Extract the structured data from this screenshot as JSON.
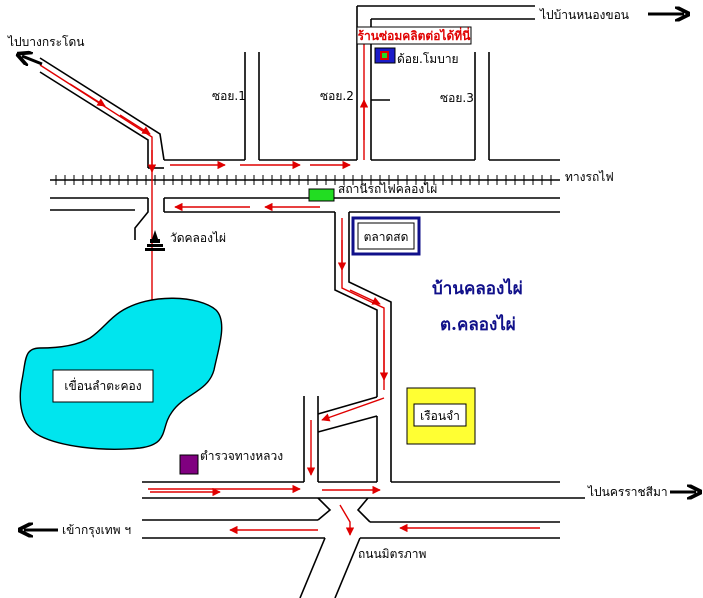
{
  "labels": {
    "top_right_destination": "ไปบ้านหนองขอน",
    "top_left_destination": "ไปบางกระโดน",
    "shop": "ร้านซ่อมคลิตต่อได้ที่นี่",
    "shop_owner": "ด้อย.โมบาย",
    "soi1": "ซอย.1",
    "soi2": "ซอย.2",
    "soi3": "ซอย.3",
    "railway": "ทางรถไฟ",
    "station": "สถานีรถไฟคลองไผ่",
    "temple": "วัดคลองไผ่",
    "market": "ตลาดสด",
    "village": "บ้านคลองไผ่",
    "subdistrict": "ต.คลองไผ่",
    "dam": "เขื่อนลำตะคอง",
    "highway_police": "ตำรวจทางหลวง",
    "boathouse": "เรือนจำ",
    "to_korat": "ไปนครราชสีมา",
    "to_bangkok": "เข้ากรุงเทพ ฯ",
    "road_name": "ถนนมิตรภาพ"
  },
  "colors": {
    "route": "#e00000",
    "lake": "#00e5ee",
    "station": "#22dd22",
    "market_border": "#10108a",
    "boathouse": "#ffff33",
    "police": "#800080",
    "shop_icon": "#1c1cc8",
    "label_blue": "#10108a"
  },
  "icons": [
    "arrow-right-icon",
    "arrow-left-icon",
    "arrow-up-left-icon",
    "temple-icon",
    "shop-icon"
  ]
}
